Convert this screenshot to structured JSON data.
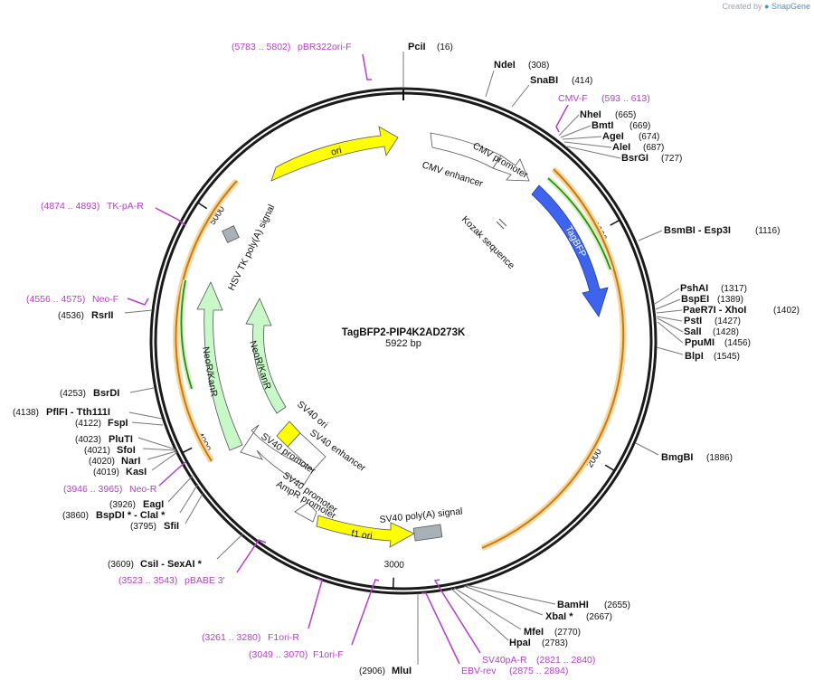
{
  "credit": {
    "prefix": "Created by",
    "brand": "SnapGene"
  },
  "map": {
    "name": "TagBFP2-PIP4K2AD273K",
    "length_label": "5922 bp",
    "total_bp": 5922,
    "ticks": [
      {
        "pos": 1000,
        "label": "1000"
      },
      {
        "pos": 2000,
        "label": "2000"
      },
      {
        "pos": 3000,
        "label": "3000"
      },
      {
        "pos": 4000,
        "label": "4000"
      },
      {
        "pos": 5000,
        "label": "5000"
      }
    ],
    "colors": {
      "ori": "#ffff00",
      "tagbfp": "#3e64ee",
      "neo": "#c8f7c8",
      "promoter": "#ffffff",
      "polya": "#a8b0b8",
      "primer": "#b33ec9",
      "orf": "#e8a030",
      "orf_inner": "#1a8a1a"
    }
  },
  "sites": [
    {
      "name": "PciI",
      "pos_label": "(16)"
    },
    {
      "name": "NdeI",
      "pos_label": "(308)"
    },
    {
      "name": "SnaBI",
      "pos_label": "(414)"
    },
    {
      "name": "NheI",
      "pos_label": "(665)"
    },
    {
      "name": "BmtI",
      "pos_label": "(669)"
    },
    {
      "name": "AgeI",
      "pos_label": "(674)"
    },
    {
      "name": "AleI",
      "pos_label": "(687)"
    },
    {
      "name": "BsrGI",
      "pos_label": "(727)"
    },
    {
      "name": "BsmBI   - Esp3I",
      "pos_label": "(1116)"
    },
    {
      "name": "PshAI",
      "pos_label": "(1317)"
    },
    {
      "name": "BspEI",
      "pos_label": "(1389)"
    },
    {
      "name": "PaeR7I   - XhoI",
      "pos_label": "(1402)"
    },
    {
      "name": "PstI",
      "pos_label": "(1427)"
    },
    {
      "name": "SalI",
      "pos_label": "(1428)"
    },
    {
      "name": "PpuMI",
      "pos_label": "(1456)"
    },
    {
      "name": "BlpI",
      "pos_label": "(1545)"
    },
    {
      "name": "BmgBI",
      "pos_label": "(1886)"
    },
    {
      "name": "BamHI",
      "pos_label": "(2655)"
    },
    {
      "name": "XbaI *",
      "pos_label": "(2667)"
    },
    {
      "name": "MfeI",
      "pos_label": "(2770)"
    },
    {
      "name": "HpaI",
      "pos_label": "(2783)"
    },
    {
      "name": "MluI",
      "pos_label": "(2906)"
    },
    {
      "name": "CsiI   - SexAI *",
      "pos_label": "(3609)"
    },
    {
      "name": "SfiI",
      "pos_label": "(3795)"
    },
    {
      "name": "BspDI *  - ClaI *",
      "pos_label": "(3860)"
    },
    {
      "name": "EagI",
      "pos_label": "(3926)"
    },
    {
      "name": "KasI",
      "pos_label": "(4019)"
    },
    {
      "name": "NarI",
      "pos_label": "(4020)"
    },
    {
      "name": "SfoI",
      "pos_label": "(4021)"
    },
    {
      "name": "PluTI",
      "pos_label": "(4023)"
    },
    {
      "name": "FspI",
      "pos_label": "(4122)"
    },
    {
      "name": "PflFI   - Tth111I",
      "pos_label": "(4138)"
    },
    {
      "name": "BsrDI",
      "pos_label": "(4253)"
    },
    {
      "name": "RsrII",
      "pos_label": "(4536)"
    }
  ],
  "primers": [
    {
      "name": "pBR322ori-F",
      "range": "(5783 .. 5802)"
    },
    {
      "name": "CMV-F",
      "range": "(593 .. 613)"
    },
    {
      "name": "TK-pA-R",
      "range": "(4874 .. 4893)"
    },
    {
      "name": "Neo-F",
      "range": "(4556 .. 4575)"
    },
    {
      "name": "Neo-R",
      "range": "(3946 .. 3965)"
    },
    {
      "name": "pBABE 3'",
      "range": "(3523 .. 3543)"
    },
    {
      "name": "F1ori-R",
      "range": "(3261 .. 3280)"
    },
    {
      "name": "F1ori-F",
      "range": "(3049 .. 3070)"
    },
    {
      "name": "EBV-rev",
      "range": "(2875 .. 2894)"
    },
    {
      "name": "SV40pA-R",
      "range": "(2821 .. 2840)"
    }
  ],
  "features": [
    {
      "name": "ori"
    },
    {
      "name": "CMV enhancer"
    },
    {
      "name": "CMV promoter"
    },
    {
      "name": "Kozak sequence"
    },
    {
      "name": "TagBFP"
    },
    {
      "name": "HSV TK poly(A) signal"
    },
    {
      "name": "NeoR/KanR"
    },
    {
      "name": "NeoR/KanR"
    },
    {
      "name": "SV40 ori"
    },
    {
      "name": "SV40 enhancer"
    },
    {
      "name": "SV40 promoter"
    },
    {
      "name": "SV40 promoter"
    },
    {
      "name": "AmpR promoter"
    },
    {
      "name": "f1 ori"
    },
    {
      "name": "SV40 poly(A) signal"
    }
  ]
}
